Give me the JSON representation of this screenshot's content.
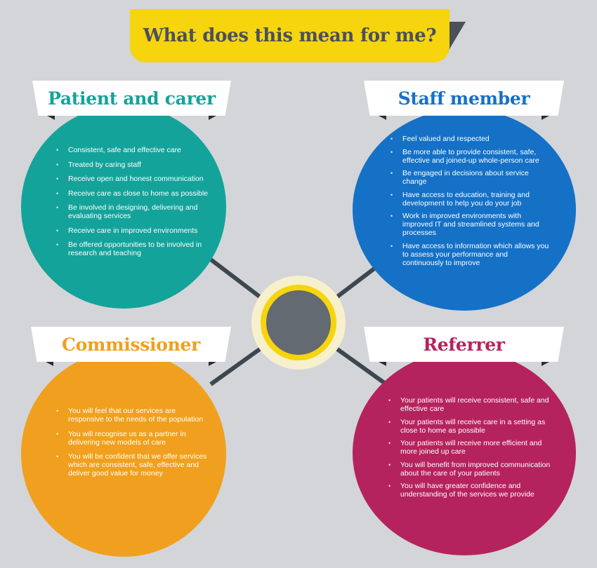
{
  "title": "What does this mean for me?",
  "colors": {
    "background": "#d3d5d8",
    "title_banner": "#f6d40e",
    "title_text": "#4a5159",
    "patient": "#14a39a",
    "staff": "#1571c6",
    "commissioner": "#f0a01e",
    "referrer": "#b5235e",
    "hub_core": "#636a72",
    "connector": "#3d4750"
  },
  "sections": {
    "patient": {
      "heading": "Patient and carer",
      "items": [
        "Consistent, safe and effective care",
        "Treated by caring staff",
        "Receive open and honest communication",
        "Receive care as close to home as possible",
        "Be involved in designing, delivering and evaluating services",
        "Receive care in improved environments",
        "Be offered opportunities to be involved in research and teaching"
      ]
    },
    "staff": {
      "heading": "Staff member",
      "items": [
        "Feel valued and respected",
        "Be more able to provide consistent, safe, effective and joined-up whole-person care",
        "Be engaged in decisions about service change",
        "Have access to education, training and development to help you do your job",
        "Work in improved environments with improved IT and streamlined systems and processes",
        "Have access to information which allows you to assess your performance and continuously to improve"
      ]
    },
    "commissioner": {
      "heading": "Commissioner",
      "items": [
        "You will feel that our services are responsive to the needs of the population",
        "You will recognise us as a partner in delivering new models of care",
        "You will be confident that we offer services which are consistent, safe, effective and deliver good value for money"
      ]
    },
    "referrer": {
      "heading": "Referrer",
      "items": [
        "Your patients will receive consistent, safe and effective care",
        "Your patients will receive care in a setting as close to home as possible",
        "Your patients will receive more efficient and more joined up care",
        "You will benefit from improved communication about the care of your patients",
        "You will have greater confidence and understanding of the services we provide"
      ]
    }
  }
}
